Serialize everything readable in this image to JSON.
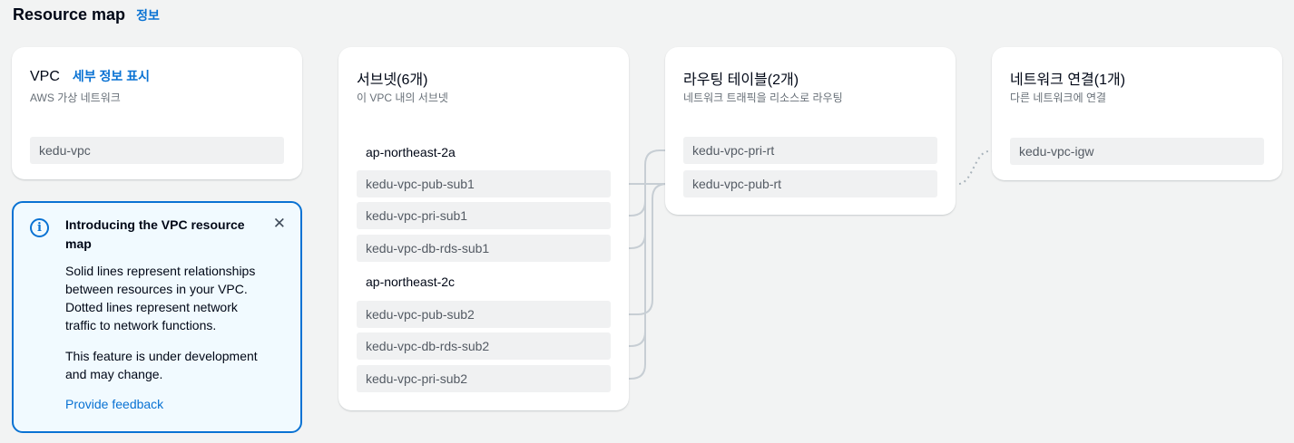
{
  "header": {
    "title": "Resource map",
    "info_link": "정보"
  },
  "colors": {
    "link_blue": "#0972d3",
    "banner_border": "#0972d3",
    "banner_bg": "#f1faff",
    "connector_solid": "#c7ced4",
    "connector_dotted": "#a9b3bb",
    "item_bg": "#f0f1f2",
    "page_bg": "#f2f3f3"
  },
  "cards": {
    "vpc": {
      "title": "VPC",
      "details_link": "세부 정보 표시",
      "subtitle": "AWS 가상 네트워크",
      "items": [
        "kedu-vpc"
      ]
    },
    "subnets": {
      "title": "서브넷(6개)",
      "subtitle": "이 VPC 내의 서브넷",
      "zones": [
        {
          "name": "ap-northeast-2a",
          "items": [
            "kedu-vpc-pub-sub1",
            "kedu-vpc-pri-sub1",
            "kedu-vpc-db-rds-sub1"
          ]
        },
        {
          "name": "ap-northeast-2c",
          "items": [
            "kedu-vpc-pub-sub2",
            "kedu-vpc-db-rds-sub2",
            "kedu-vpc-pri-sub2"
          ]
        }
      ]
    },
    "route_tables": {
      "title": "라우팅 테이블(2개)",
      "subtitle": "네트워크 트래픽을 리소스로 라우팅",
      "items": [
        "kedu-vpc-pri-rt",
        "kedu-vpc-pub-rt"
      ]
    },
    "connections": {
      "title": "네트워크 연결(1개)",
      "subtitle": "다른 네트워크에 연결",
      "items": [
        "kedu-vpc-igw"
      ]
    }
  },
  "edges": [
    {
      "from": "kedu-vpc-pub-sub1",
      "to": "kedu-vpc-pub-rt",
      "style": "solid"
    },
    {
      "from": "kedu-vpc-pri-sub1",
      "to": "kedu-vpc-pri-rt",
      "style": "solid"
    },
    {
      "from": "kedu-vpc-db-rds-sub1",
      "to": "kedu-vpc-pri-rt",
      "style": "solid"
    },
    {
      "from": "kedu-vpc-pub-sub2",
      "to": "kedu-vpc-pub-rt",
      "style": "solid"
    },
    {
      "from": "kedu-vpc-db-rds-sub2",
      "to": "kedu-vpc-pri-rt",
      "style": "solid"
    },
    {
      "from": "kedu-vpc-pri-sub2",
      "to": "kedu-vpc-pri-rt",
      "style": "solid"
    },
    {
      "from": "kedu-vpc-pub-rt",
      "to": "kedu-vpc-igw",
      "style": "dotted"
    }
  ],
  "banner": {
    "title": "Introducing the VPC resource map",
    "body1": "Solid lines represent relationships between resources in your VPC. Dotted lines represent network traffic to network functions.",
    "body2": "This feature is under development and may change.",
    "feedback_link": "Provide feedback",
    "info_icon": "i",
    "close_icon": "✕"
  }
}
